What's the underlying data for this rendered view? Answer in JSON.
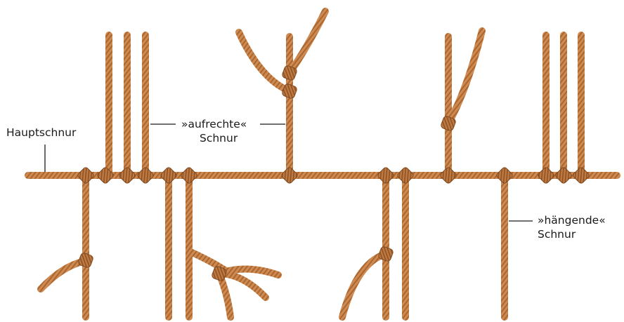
{
  "labels": {
    "main_cord": "Hauptschnur",
    "upright_cord_line1": "»aufrechte«",
    "upright_cord_line2": "Schnur",
    "hanging_cord_line1": "»hängende«",
    "hanging_cord_line2": "Schnur"
  },
  "colors": {
    "rope": "#cf8a52",
    "rope_stripe": "#a9672f",
    "knot": "#bf7a42",
    "knot_stripe": "#8e5225",
    "leader_line": "#1a1a1a",
    "text": "#1a1a1a"
  }
}
